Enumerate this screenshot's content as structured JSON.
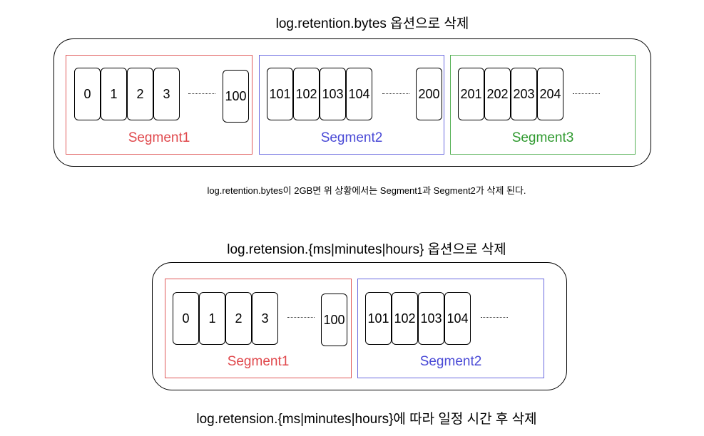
{
  "diagram1": {
    "title": "log.retention.bytes 옵션으로 삭제",
    "segments": [
      {
        "label": "Segment1",
        "cells": [
          "0",
          "1",
          "2",
          "3"
        ],
        "last": "100"
      },
      {
        "label": "Segment2",
        "cells": [
          "101",
          "102",
          "103",
          "104"
        ],
        "last": "200"
      },
      {
        "label": "Segment3",
        "cells": [
          "201",
          "202",
          "203",
          "204"
        ]
      }
    ],
    "caption": "log.retention.bytes이 2GB면 위 상황에서는 Segment1과 Segment2가 삭제 된다."
  },
  "diagram2": {
    "title": "log.retension.{ms|minutes|hours} 옵션으로 삭제",
    "segments": [
      {
        "label": "Segment1",
        "cells": [
          "0",
          "1",
          "2",
          "3"
        ],
        "last": "100"
      },
      {
        "label": "Segment2",
        "cells": [
          "101",
          "102",
          "103",
          "104"
        ]
      }
    ],
    "caption": "log.retension.{ms|minutes|hours}에 따라 일정 시간 후 삭제"
  },
  "colors": {
    "segment1": "#e05a5a",
    "segment2": "#6a6ae0",
    "segment3": "#55b055"
  }
}
